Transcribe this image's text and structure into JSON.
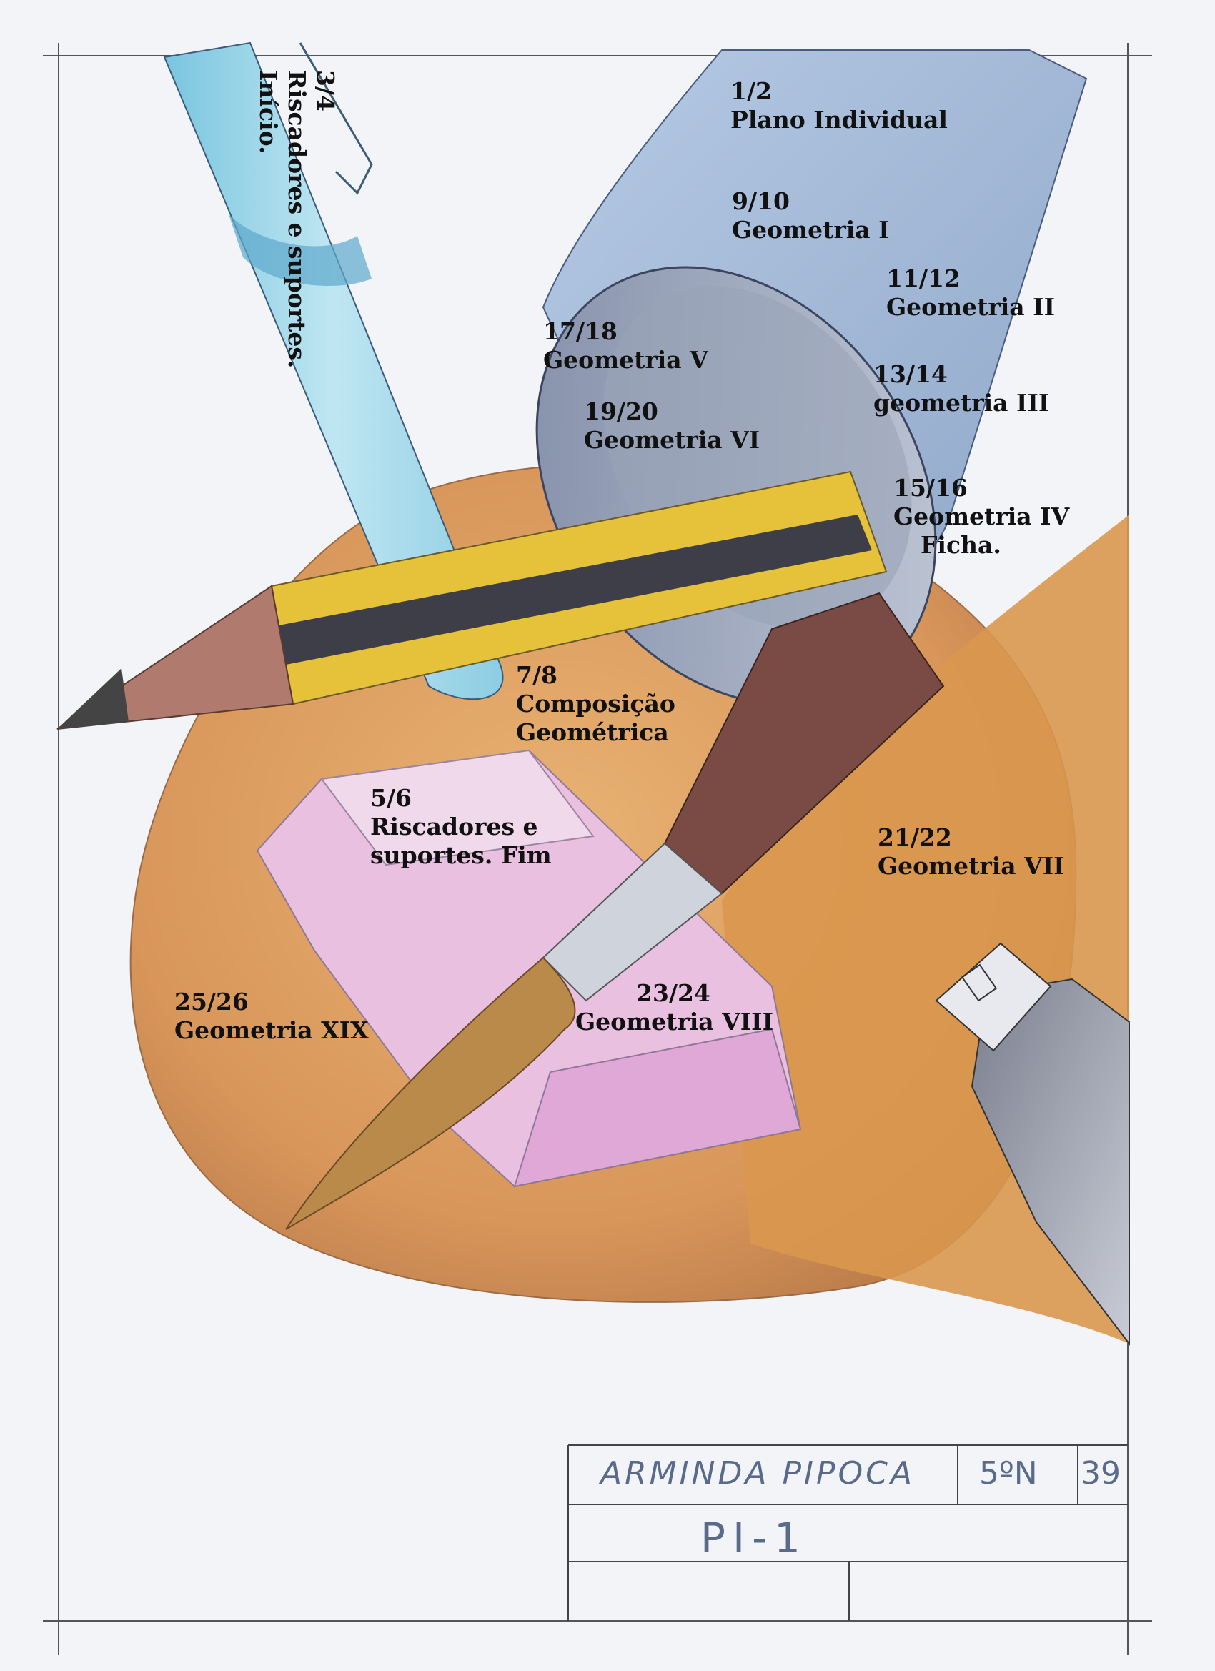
{
  "labels": {
    "l_1_2": {
      "num": "1/2",
      "text": "Plano Individual"
    },
    "l_3_4": {
      "num": "3/4",
      "line1": "Riscadores e suportes.",
      "line2": "Início."
    },
    "l_5_6": {
      "num": "5/6",
      "line1": "Riscadores e",
      "line2": "suportes. Fim"
    },
    "l_7_8": {
      "num": "7/8",
      "line1": "Composição",
      "line2": "Geométrica"
    },
    "l_9_10": {
      "num": "9/10",
      "text": "Geometria I"
    },
    "l_11_12": {
      "num": "11/12",
      "text": "Geometria II"
    },
    "l_13_14": {
      "num": "13/14",
      "text": "geometria III"
    },
    "l_15_16": {
      "num": "15/16",
      "line1": "Geometria IV",
      "line2": "Ficha."
    },
    "l_17_18": {
      "num": "17/18",
      "text": "Geometria V"
    },
    "l_19_20": {
      "num": "19/20",
      "text": "Geometria VI"
    },
    "l_21_22": {
      "num": "21/22",
      "text": "Geometria VII"
    },
    "l_23_24": {
      "num": "23/24",
      "text": "Geometria VIII"
    },
    "l_25_26": {
      "num": "25/26",
      "text": "Geometria XIX"
    }
  },
  "title_block": {
    "name": "ARMINDA PIPOCA",
    "class": "5ºN",
    "number": "39",
    "code": "PI-1"
  },
  "colors": {
    "paper": "#f3f4f8",
    "palette_orange": "#d99a55",
    "blue_cylinder": "#9fb7d6",
    "cyan_pen": "#a9dcec",
    "pencil_yellow": "#e6c23a",
    "pink_eraser": "#e6b9dc",
    "brush_brown": "#7a4a44"
  }
}
